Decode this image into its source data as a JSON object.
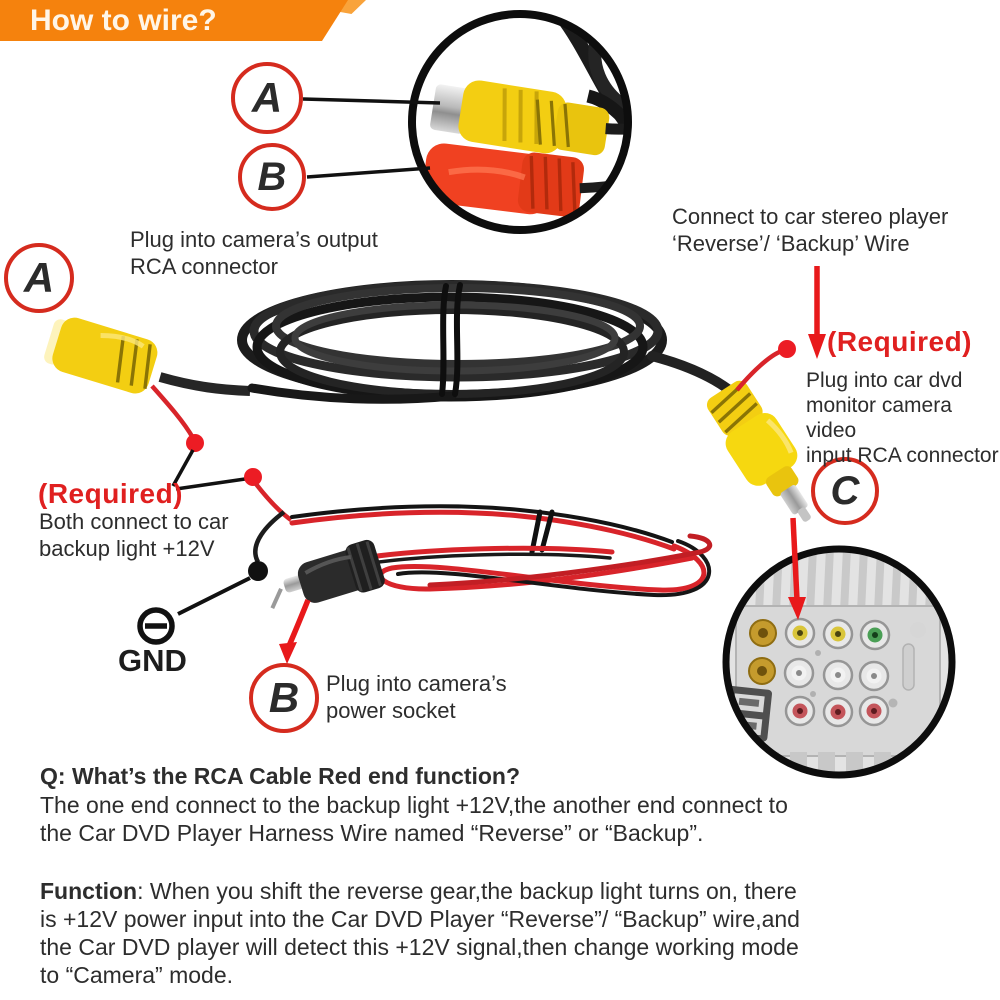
{
  "banner": {
    "title": "How to wire?"
  },
  "callouts": {
    "a_top": "A",
    "b_top": "B",
    "a_left": "A",
    "c_right": "C",
    "b_bottom": "B"
  },
  "annotations": {
    "camera_output_line1": "Plug into camera’s output",
    "camera_output_line2": "RCA connector",
    "stereo_line1": "Connect to car stereo player",
    "stereo_line2": "‘Reverse’/ ‘Backup’ Wire",
    "required_right": "(Required)",
    "dvd_line1": "Plug into car dvd",
    "dvd_line2": "monitor camera video",
    "dvd_line3": "input RCA connector",
    "required_left": "(Required)",
    "backup_line1": "Both connect to car",
    "backup_line2": "backup light +12V",
    "gnd_label": "GND",
    "power_socket_line1": "Plug into camera’s",
    "power_socket_line2": "power socket"
  },
  "qa": {
    "question": "Q: What’s the RCA Cable Red end function?",
    "answer_line1": "The one end connect to the backup light +12V,the another end connect to",
    "answer_line2": "the Car DVD Player Harness Wire named “Reverse” or “Backup”.",
    "function_label": "Function",
    "function_rest": ": When you shift the reverse gear,the backup light turns on, there",
    "function_line2": "is +12V power input into the Car DVD Player “Reverse”/ “Backup” wire,and",
    "function_line3": "the Car DVD player will detect this +12V signal,then change working mode",
    "function_line4": "to “Camera” mode."
  },
  "icons": {
    "gnd_minus": "⊖",
    "down_arrow": "↓"
  },
  "colors": {
    "banner_orange": "#F5820D",
    "banner_orange_light": "#F9A33B",
    "required_red": "#E02020",
    "callout_ring_red": "#D52B1E",
    "wire_red": "#D8242A",
    "junction_dot_red": "#EC1C24",
    "connector_yellow": "#F3CE12",
    "connector_red": "#F04121",
    "cable_black": "#1f1f1f",
    "text_dark": "#2D2D2D"
  }
}
